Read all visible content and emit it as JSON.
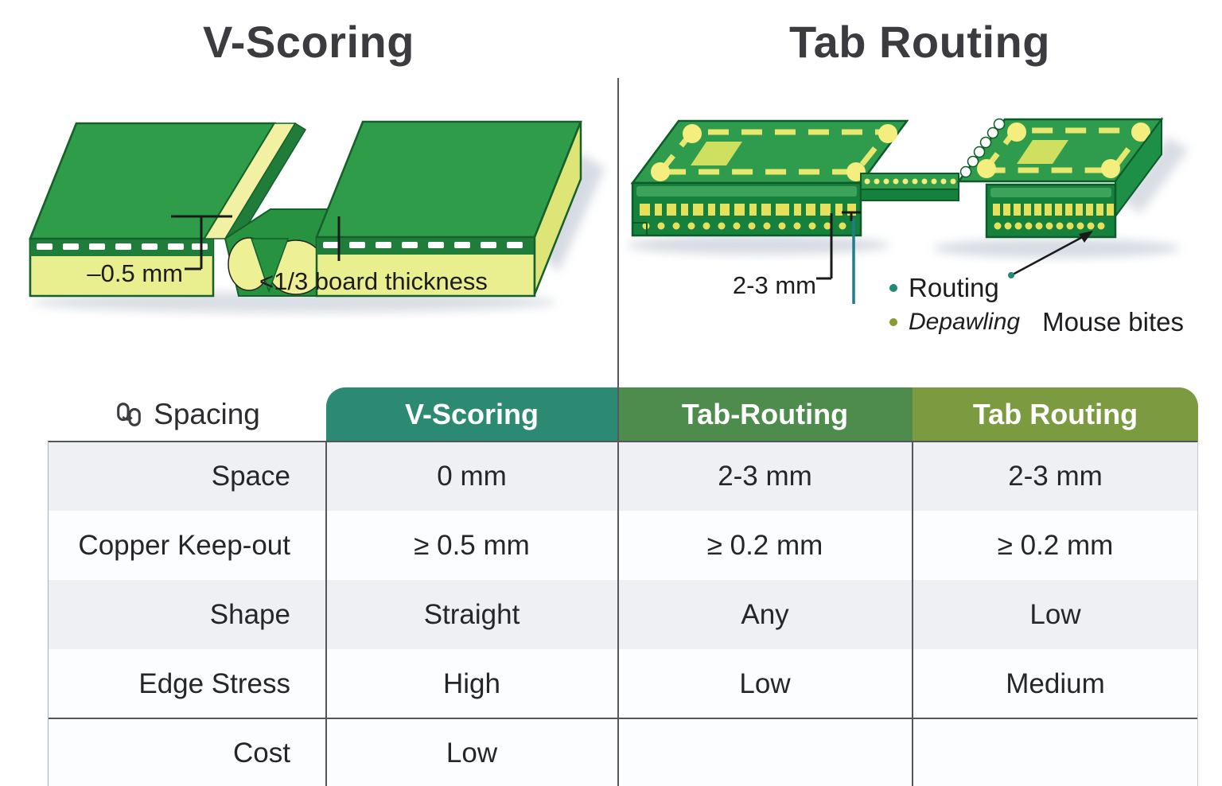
{
  "left_panel": {
    "title": "V-Scoring",
    "depth_label": "–0.5 mm",
    "thickness_label": "<1/3 board thickness"
  },
  "right_panel": {
    "title": "Tab Routing",
    "gap_label": "2-3 mm",
    "legend": {
      "routing": "Routing",
      "depaneling": "Depawling",
      "mouse_bites": "Mouse bites"
    }
  },
  "table": {
    "corner_label": "Spacing",
    "columns": [
      {
        "label": "V-Scoring",
        "color": "#2d8a72"
      },
      {
        "label": "Tab-Routing",
        "color": "#4d8c4c"
      },
      {
        "label": "Tab Routing",
        "color": "#7c9b40"
      }
    ],
    "rows": [
      {
        "label": "Space",
        "values": [
          "0 mm",
          "2-3 mm",
          "2-3 mm"
        ]
      },
      {
        "label": "Copper Keep-out",
        "values": [
          "≥ 0.5 mm",
          "≥ 0.2 mm",
          "≥ 0.2 mm"
        ]
      },
      {
        "label": "Shape",
        "values": [
          "Straight",
          "Any",
          "Low"
        ]
      },
      {
        "label": "Edge Stress",
        "values": [
          "High",
          "Low",
          "Medium"
        ]
      },
      {
        "label": "Cost",
        "values": [
          "Low",
          "",
          ""
        ]
      }
    ]
  },
  "colors": {
    "header_teal": "#2d8a72",
    "header_green": "#4d8c4c",
    "header_olive": "#7c9b40",
    "row_alt_bg": "#eef0f4",
    "pcb_top_green": "#2f9b4d",
    "pcb_front_green": "#15813c",
    "pcb_substrate_yellow": "#e9ee8e",
    "pad_yellow": "#f4ee7e",
    "routing_bullet": "#1c8a74",
    "depaneling_bullet": "#8a9a33"
  }
}
